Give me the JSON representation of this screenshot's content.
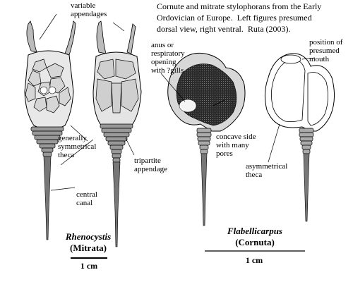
{
  "caption": {
    "line1": "Cornute and mitrate stylophorans from the Early",
    "line2": "Ordovician of Europe.  Left figures presumed",
    "line3": "dorsal view, right ventral.  Ruta (2003)."
  },
  "labels": {
    "variable_appendages": "variable\nappendages",
    "anus": "anus or\nrespiratory\nopening\nwith ?gills",
    "presumed_mouth": "position of\npresumed\nmouth",
    "symmetrical_theca": "generally\nsymmetrical\ntheca",
    "concave_side": "concave side\nwith many\npores",
    "tripartite": "tripartite\nappendage",
    "asymmetrical_theca": "asymmetrical\ntheca",
    "central_canal": "central\ncanal"
  },
  "taxa": {
    "left_genus": "Rhenocystis",
    "left_group": "(Mitrata)",
    "right_genus": "Flabellicarpus",
    "right_group": "(Cornuta)"
  },
  "scale": {
    "left": "1 cm",
    "right": "1 cm"
  }
}
